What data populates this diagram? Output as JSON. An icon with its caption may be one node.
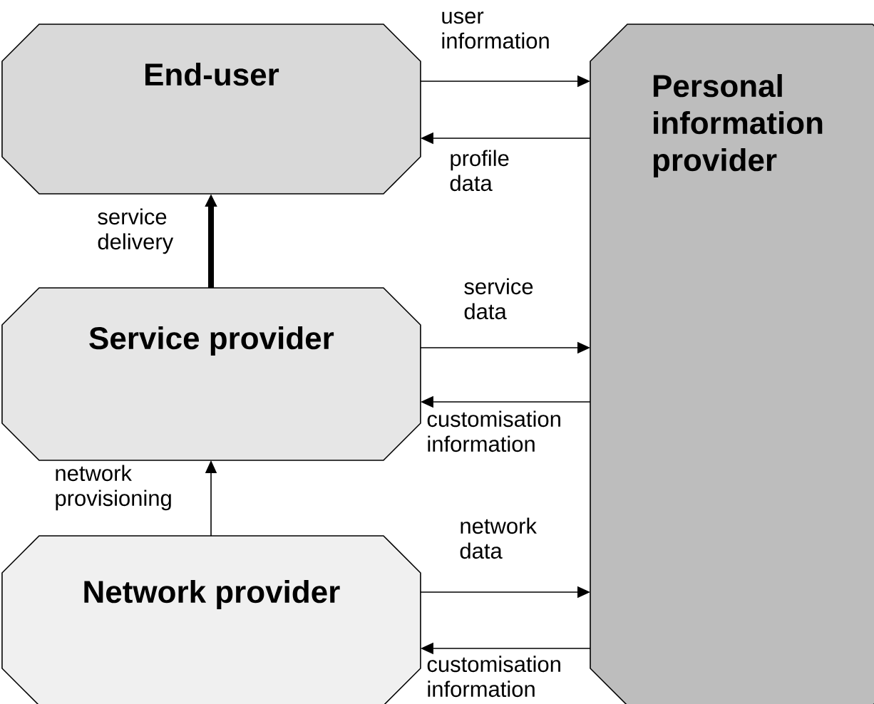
{
  "diagram": {
    "nodes": [
      {
        "text": [
          "End-user"
        ]
      },
      {
        "text": [
          "Service provider"
        ]
      },
      {
        "text": [
          "Network provider"
        ]
      },
      {
        "text": [
          "Personal information provider"
        ]
      }
    ],
    "edges": [
      {
        "from": 0,
        "to": 3,
        "arrow": "to",
        "label": "user information"
      },
      {
        "from": 3,
        "to": 0,
        "arrow": "to",
        "label": "profile data"
      },
      {
        "from": 1,
        "to": 0,
        "arrow": "to",
        "label": "service delivery",
        "style": "thick"
      },
      {
        "from": 1,
        "to": 3,
        "arrow": "to",
        "label": "service data"
      },
      {
        "from": 3,
        "to": 1,
        "arrow": "to",
        "label": "customisation information"
      },
      {
        "from": 2,
        "to": 1,
        "arrow": "to",
        "label": "network provisioning"
      },
      {
        "from": 2,
        "to": 3,
        "arrow": "to",
        "label": "network data"
      },
      {
        "from": 3,
        "to": 2,
        "arrow": "to",
        "label": "customisation information"
      }
    ]
  }
}
